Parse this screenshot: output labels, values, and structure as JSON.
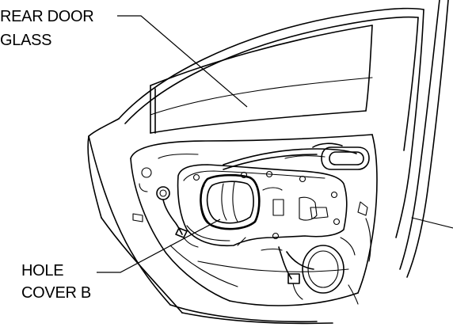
{
  "callouts": {
    "rear_door_glass": {
      "line1": "REAR DOOR",
      "line2": "GLASS"
    },
    "hole_cover_b": {
      "line1": "HOLE",
      "line2": "COVER B"
    }
  },
  "colors": {
    "line": "#000000",
    "background": "#ffffff"
  }
}
